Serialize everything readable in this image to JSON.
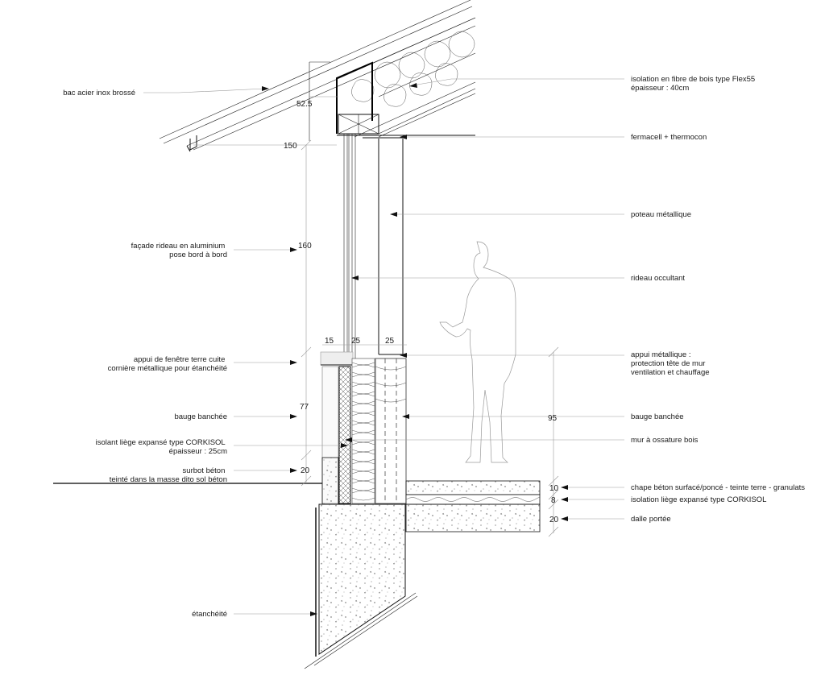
{
  "labels_left": [
    {
      "id": "bac-acier",
      "lines": [
        "bac acier inox brossé"
      ]
    },
    {
      "id": "facade-rideau",
      "lines": [
        "façade rideau en aluminium",
        "pose bord à bord"
      ]
    },
    {
      "id": "appui-fenetre",
      "lines": [
        "appui de fenêtre terre cuite",
        "cornière métallique pour étanchéité"
      ]
    },
    {
      "id": "bauge-left",
      "lines": [
        "bauge banchée"
      ]
    },
    {
      "id": "isolant-liege",
      "lines": [
        "isolant liège expansé type CORKISOL",
        "épaisseur : 25cm"
      ]
    },
    {
      "id": "surbot",
      "lines": [
        "surbot béton",
        "teinté dans la masse dito sol béton"
      ]
    },
    {
      "id": "etancheite",
      "lines": [
        "étanchéité"
      ]
    }
  ],
  "labels_right": [
    {
      "id": "isolation-fibre",
      "lines": [
        "isolation en fibre de bois type Flex55",
        "épaisseur : 40cm"
      ]
    },
    {
      "id": "fermacell",
      "lines": [
        "fermacell + thermocon"
      ]
    },
    {
      "id": "poteau",
      "lines": [
        "poteau métallique"
      ]
    },
    {
      "id": "rideau-occultant",
      "lines": [
        "rideau occultant"
      ]
    },
    {
      "id": "appui-metallique",
      "lines": [
        "appui métallique :",
        "protection tête de mur",
        "ventilation et chauffage"
      ]
    },
    {
      "id": "bauge-right",
      "lines": [
        "bauge banchée"
      ]
    },
    {
      "id": "mur-ossature",
      "lines": [
        "mur à ossature bois"
      ]
    },
    {
      "id": "chape",
      "lines": [
        "chape béton surfacé/poncé  - teinte terre - granulats"
      ]
    },
    {
      "id": "isolation-liege-floor",
      "lines": [
        "isolation liège expansé type CORKISOL"
      ]
    },
    {
      "id": "dalle",
      "lines": [
        "dalle portée"
      ]
    }
  ],
  "dimensions": {
    "d_52_5": "52.5",
    "d_150": "150",
    "d_160": "160",
    "d_77": "77",
    "d_20_left": "20",
    "d_15": "15",
    "d_25_a": "25",
    "d_25_b": "25",
    "d_95": "95",
    "d_10": "10",
    "d_8": "8",
    "d_20_right": "20"
  }
}
